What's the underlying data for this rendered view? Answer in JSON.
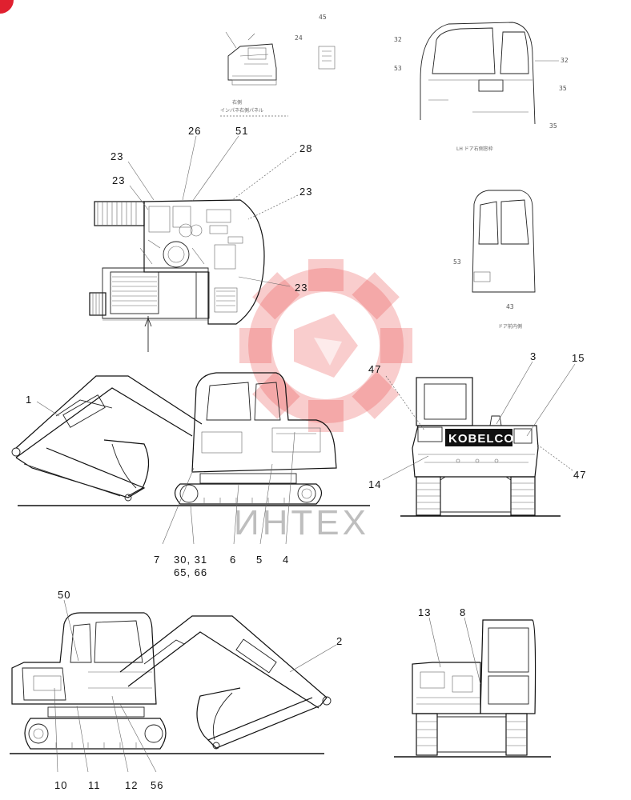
{
  "callouts": {
    "top": [
      "23",
      "23",
      "26",
      "51",
      "28",
      "23",
      "23"
    ],
    "side_a": [
      "1",
      "7",
      "30, 31",
      "65, 66",
      "6",
      "5",
      "4"
    ],
    "rear": [
      "47",
      "3",
      "15",
      "14",
      "47"
    ],
    "side_b": [
      "50",
      "2",
      "10",
      "11",
      "12",
      "56"
    ],
    "rear_b": [
      "13",
      "8"
    ],
    "detail": [
      "24",
      "45",
      "32",
      "53",
      "32",
      "35",
      "35",
      "53",
      "43"
    ]
  },
  "detail_captions": {
    "c1_line1": "右側",
    "c1_line2": "インパネ右側パネル",
    "c2": "LH ドア右側窓枠",
    "c3": "ドア前内側"
  },
  "brand_plate": "KOBELCO",
  "watermark_text": "ИНТЕХ",
  "colors": {
    "watermark": "#e84b4b",
    "corner_badge": "#e0202f",
    "line": "#111111"
  }
}
